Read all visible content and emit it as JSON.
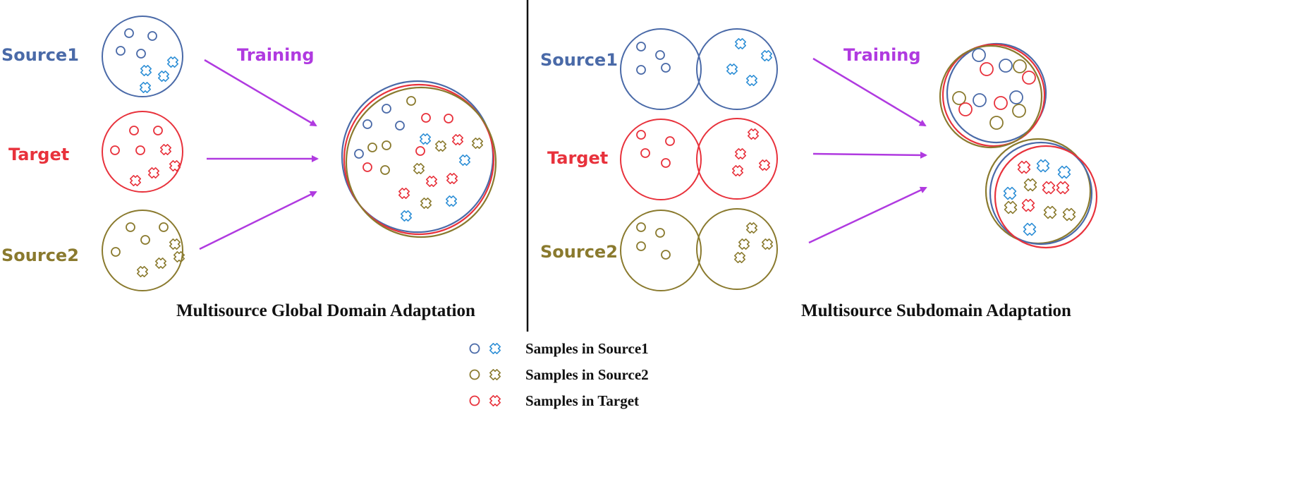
{
  "colors": {
    "source1_circle": "#4a6aa8",
    "source1_cross": "#2e8fd6",
    "target": "#e8323c",
    "source2": "#8a7a2e",
    "arrow": "#b03ae0",
    "text_dark": "#111111"
  },
  "left_panel": {
    "labels": {
      "source1": "Source1",
      "target": "Target",
      "source2": "Source2"
    },
    "training_label": "Training",
    "title": "Multisource Global Domain Adaptation"
  },
  "right_panel": {
    "labels": {
      "source1": "Source1",
      "target": "Target",
      "source2": "Source2"
    },
    "training_label": "Training",
    "title": "Multisource Subdomain Adaptation"
  },
  "legend": [
    {
      "label": "Samples in Source1",
      "domain": "source1"
    },
    {
      "label": "Samples in Source2",
      "domain": "source2"
    },
    {
      "label": "Samples in Target",
      "domain": "target"
    }
  ],
  "icons": {
    "class_a": "circle-marker-icon",
    "class_b": "cross-marker-icon"
  }
}
